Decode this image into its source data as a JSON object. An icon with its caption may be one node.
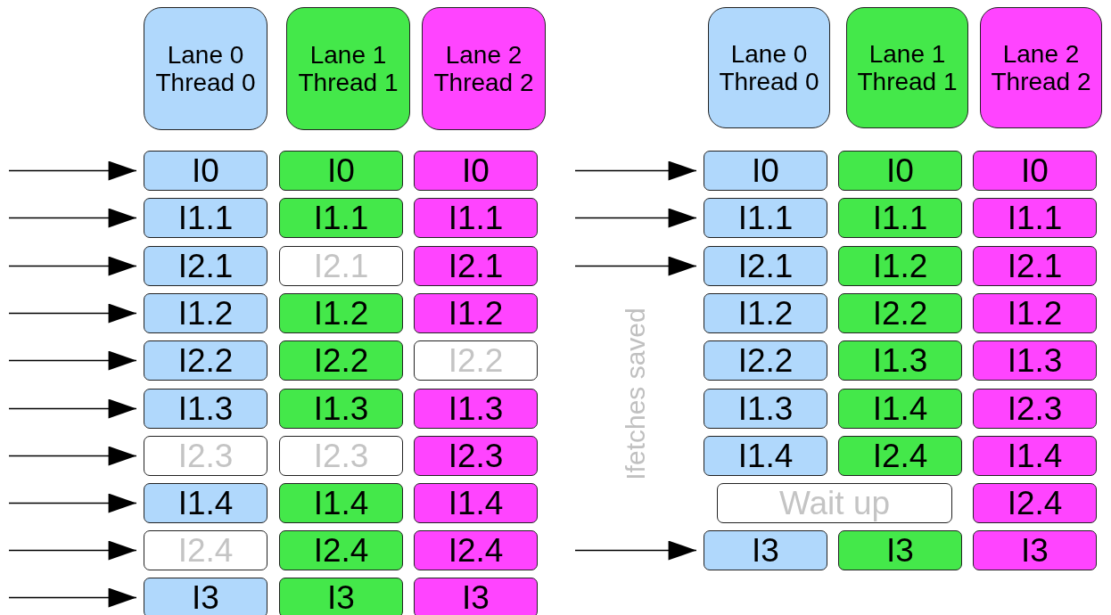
{
  "diagram": {
    "nodes": [
      {
        "text": [
          "Lane 0 Thread 0"
        ]
      },
      {
        "text": [
          "Lane 1 Thread 1"
        ]
      },
      {
        "text": [
          "Lane 2 Thread 2"
        ]
      },
      {
        "text": [
          "I0"
        ]
      },
      {
        "text": [
          "I0"
        ]
      },
      {
        "text": [
          "I0"
        ]
      },
      {
        "text": [
          "I1.1"
        ]
      },
      {
        "text": [
          "I1.1"
        ]
      },
      {
        "text": [
          "I1.1"
        ]
      },
      {
        "text": [
          "I2.1"
        ]
      },
      {
        "text": [
          "I2.1"
        ]
      },
      {
        "text": [
          "I2.1"
        ]
      },
      {
        "text": [
          "I1.2"
        ]
      },
      {
        "text": [
          "I1.2"
        ]
      },
      {
        "text": [
          "I1.2"
        ]
      },
      {
        "text": [
          "I2.2"
        ]
      },
      {
        "text": [
          "I2.2"
        ]
      },
      {
        "text": [
          "I2.2"
        ]
      },
      {
        "text": [
          "I1.3"
        ]
      },
      {
        "text": [
          "I1.3"
        ]
      },
      {
        "text": [
          "I1.3"
        ]
      },
      {
        "text": [
          "I2.3"
        ]
      },
      {
        "text": [
          "I2.3"
        ]
      },
      {
        "text": [
          "I2.3"
        ]
      },
      {
        "text": [
          "I1.4"
        ]
      },
      {
        "text": [
          "I1.4"
        ]
      },
      {
        "text": [
          "I1.4"
        ]
      },
      {
        "text": [
          "I2.4"
        ]
      },
      {
        "text": [
          "I2.4"
        ]
      },
      {
        "text": [
          "I2.4"
        ]
      },
      {
        "text": [
          "I3"
        ]
      },
      {
        "text": [
          "I3"
        ]
      },
      {
        "text": [
          "I3"
        ]
      },
      {
        "text": [
          "Lane 0 Thread 0"
        ]
      },
      {
        "text": [
          "Lane 1 Thread 1"
        ]
      },
      {
        "text": [
          "Lane 2 Thread 2"
        ]
      },
      {
        "text": [
          "I0"
        ]
      },
      {
        "text": [
          "I0"
        ]
      },
      {
        "text": [
          "I0"
        ]
      },
      {
        "text": [
          "I1.1"
        ]
      },
      {
        "text": [
          "I1.1"
        ]
      },
      {
        "text": [
          "I1.1"
        ]
      },
      {
        "text": [
          "I2.1"
        ]
      },
      {
        "text": [
          "I1.2"
        ]
      },
      {
        "text": [
          "I2.1"
        ]
      },
      {
        "text": [
          "I1.2"
        ]
      },
      {
        "text": [
          "I2.2"
        ]
      },
      {
        "text": [
          "I1.2"
        ]
      },
      {
        "text": [
          "I2.2"
        ]
      },
      {
        "text": [
          "I1.3"
        ]
      },
      {
        "text": [
          "I1.3"
        ]
      },
      {
        "text": [
          "I1.3"
        ]
      },
      {
        "text": [
          "I1.4"
        ]
      },
      {
        "text": [
          "I2.3"
        ]
      },
      {
        "text": [
          "I1.4"
        ]
      },
      {
        "text": [
          "I2.4"
        ]
      },
      {
        "text": [
          "I1.4"
        ]
      },
      {
        "text": [
          "Wait up"
        ]
      },
      {
        "text": [
          "I2.4"
        ]
      },
      {
        "text": [
          "I3"
        ]
      },
      {
        "text": [
          "I3"
        ]
      },
      {
        "text": [
          "I3"
        ]
      }
    ],
    "edges": [
      {
        "from": null,
        "to": 3,
        "arrow": "to"
      },
      {
        "from": null,
        "to": 6,
        "arrow": "to"
      },
      {
        "from": null,
        "to": 9,
        "arrow": "to"
      },
      {
        "from": null,
        "to": 12,
        "arrow": "to"
      },
      {
        "from": null,
        "to": 15,
        "arrow": "to"
      },
      {
        "from": null,
        "to": 18,
        "arrow": "to"
      },
      {
        "from": null,
        "to": 21,
        "arrow": "to"
      },
      {
        "from": null,
        "to": 24,
        "arrow": "to"
      },
      {
        "from": null,
        "to": 27,
        "arrow": "to"
      },
      {
        "from": null,
        "to": 30,
        "arrow": "to"
      },
      {
        "from": null,
        "to": 36,
        "arrow": "to"
      },
      {
        "from": null,
        "to": 39,
        "arrow": "to"
      },
      {
        "from": null,
        "to": 42,
        "arrow": "to"
      },
      {
        "from": null,
        "to": 59,
        "arrow": "to"
      }
    ],
    "labels": [
      "Ifetches saved"
    ]
  }
}
